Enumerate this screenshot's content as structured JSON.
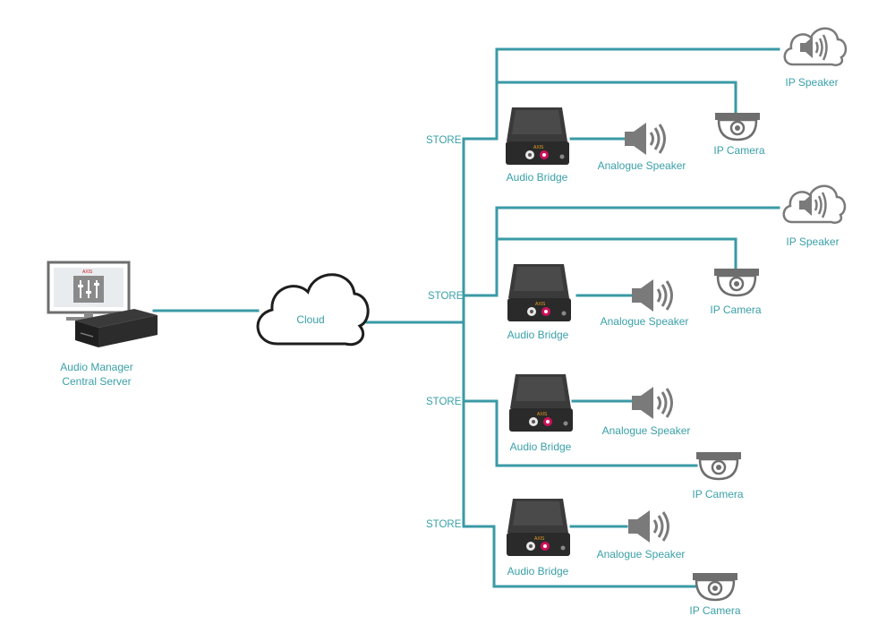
{
  "server": {
    "label_line1": "Audio Manager",
    "label_line2": "Central Server"
  },
  "cloud": {
    "label": "Cloud"
  },
  "stores": [
    {
      "store_label": "STORE",
      "ip_speaker_label": "IP Speaker",
      "ip_camera_label": "IP Camera",
      "bridge_label": "Audio Bridge",
      "analogue_label": "Analogue Speaker"
    },
    {
      "store_label": "STORE",
      "ip_speaker_label": "IP Speaker",
      "ip_camera_label": "IP Camera",
      "bridge_label": "Audio Bridge",
      "analogue_label": "Analogue Speaker"
    },
    {
      "store_label": "STORE",
      "bridge_label": "Audio Bridge",
      "analogue_label": "Analogue Speaker",
      "ip_camera_label": "IP Camera"
    },
    {
      "store_label": "STORE",
      "bridge_label": "Audio Bridge",
      "analogue_label": "Analogue Speaker",
      "ip_camera_label": "IP Camera"
    }
  ],
  "colors": {
    "accent": "#3a9aa6",
    "device": "#2b2b2b",
    "icon_gray": "#6f6f6f"
  }
}
